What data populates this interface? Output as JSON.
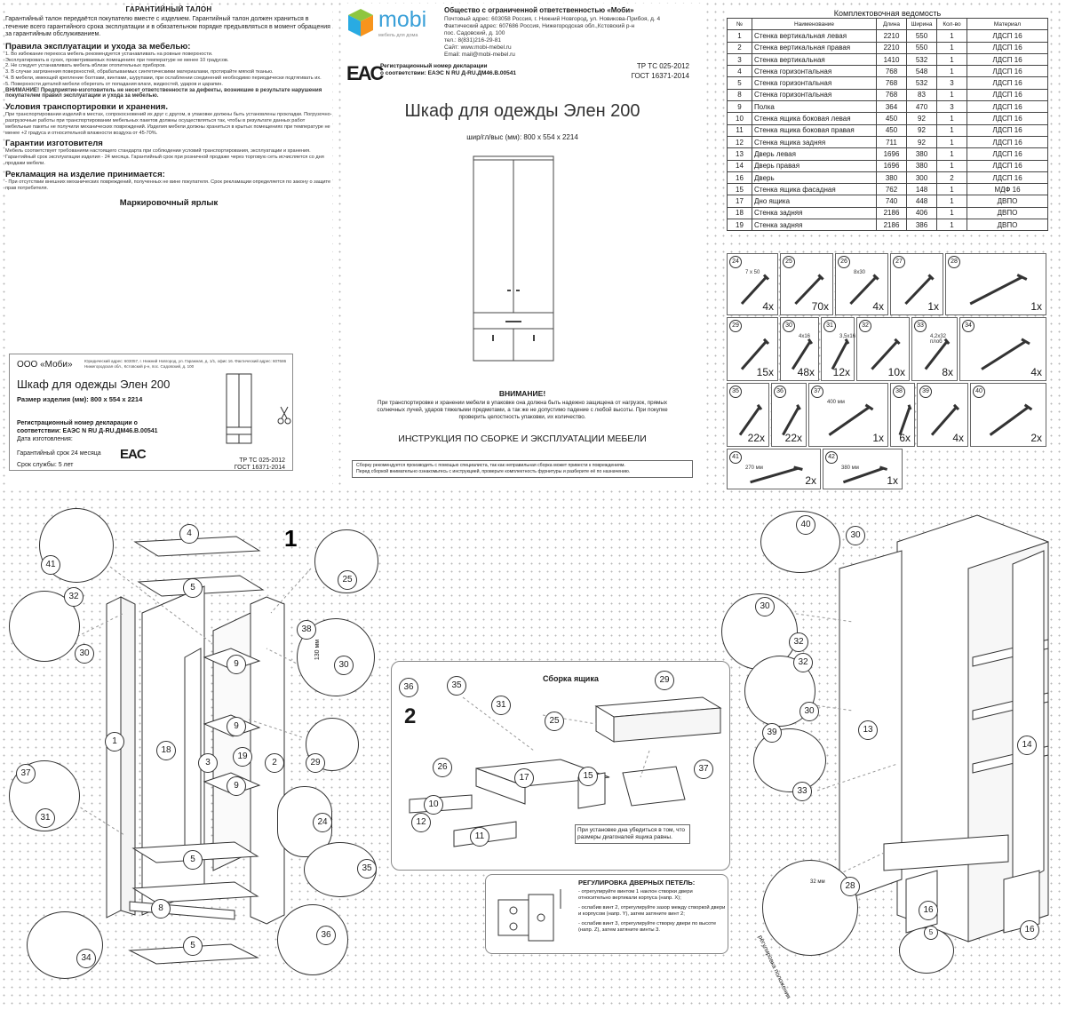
{
  "warranty": {
    "title": "ГАРАНТИЙНЫЙ ТАЛОН",
    "intro": "Гарантийный талон передаётся покупателю вместе с изделием. Гарантийный талон должен храниться в течение всего гарантийного срока эксплуатации и в обязательном порядке предъявляться в момент обращения за гарантийным обслуживанием.",
    "rules_title": "Правила эксплуатации и ухода за мебелью:",
    "rules": [
      "1. Во избежание перекоса мебель рекомендуется устанавливать на ровные поверхности.",
      "Эксплуатировать в сухих, проветриваемых помещениях при температуре не менее 10 градусов.",
      "2. Не следует устанавливать мебель вблизи отопительных приборов.",
      "3. В случае загрязнения поверхностей, обрабатываемых синтетическими материалами, протирайте мягкой тканью.",
      "4. В мебели, имеющей крепление болтами, винтами, шурупами, при ослаблении соединений необходимо периодически подтягивать их.",
      "5. Поверхности деталей мебели оберегать от попадания влаги, жидкостей, ударов и царапин."
    ],
    "attention": "ВНИМАНИЕ! Предприятие-изготовитель не несет ответственности за дефекты, возникшие в результате нарушения покупателем правил эксплуатации и ухода за мебелью.",
    "transport_title": "Условия транспортировки и хранения.",
    "transport": "При транспортировании изделий в местах, сопрокосновений их друг с другом, в упаковке должны быть установлены прокладки. Погрузочно-разгрузочные работы при транспортировании мебельных пакетов должны осуществляться так, чтобы в результате данных работ мебельные пакеты не получили механических повреждений. Изделия мебели должны храниться в крытых помещениях при температуре не менее +2 градуса и относительной влажности воздуха от 45-70%.",
    "guarantee_title": "Гарантии изготовителя",
    "guarantee": "Мебель соответствует требованиям настоящего стандарта при соблюдении условий транспортирования, эксплуатации и хранения. Гарантийный срок эксплуатации изделия - 24 месяца. Гарантийный срок при розничной продаже через торговую сеть исчисляется со дня продажи мебели.",
    "claim_title": "Рекламация на изделие принимается:",
    "claim": "- При отсутствии внешних механических повреждений, полученных не вине покупателя. Срок рекламации определяется по закону о защите прав потребителя.",
    "label_title": "Маркировочный ярлык",
    "label": {
      "company": "ООО «Моби»",
      "address_small": "Юридический адрес: 603057, г. Нижний Новгород, ул. Гаражная, д. 1/1, офис 16. Фактический адрес: 607686 Нижегородская обл., Кстовский р-н, пос. Садовский, д. 100",
      "product": "Шкаф для одежды Элен 200",
      "size": "Размер изделия (мм): 800 х 554 х 2214",
      "reg_label": "Регистрационный номер декларации о соответствии: ЕАЭС N RU Д-RU.ДМ46.В.00541",
      "made_date": "Дата изготовления:",
      "warranty_term": "Гарантийный срок 24 месяца",
      "service_life": "Срок службы: 5 лет",
      "tr": "ТР ТС 025-2012",
      "gost": "ГОСТ 16371-2014",
      "eac": "EAC"
    }
  },
  "header": {
    "logo_text": "mobi",
    "logo_tagline": "мебель для дома",
    "company_name": "Общество с ограниченной ответственностью «Моби»",
    "contacts": [
      "Почтовый адрес: 603058 Россия, г. Нижний Новгород, ул. Новикова-Прибоя, д. 4",
      "Фактический адрес: 607686 Россия, Нижегородская обл.,Кстовский р-н",
      "пос. Садовский, д. 100",
      "тел.: 8(831)216-29-81",
      "Сайт: www.mobi-mebel.ru",
      "Email: mail@mobi-mebel.ru"
    ],
    "eac": "EAC",
    "reg_title": "Регистрационный номер декларации",
    "reg_number": "о соответствии: ЕАЭС N RU Д-RU.ДМ46.В.00541",
    "tr": "ТР ТС 025-2012",
    "gost": "ГОСТ 16371-2014",
    "product_title": "Шкаф для одежды Элен 200",
    "dimensions": "шир/гл/выс (мм): 800 х 554 х 2214",
    "attention_title": "ВНИМАНИЕ!",
    "attention_text": "При транспортировке и хранении мебели в упаковке она должна быть надежно защищена от нагрузок, прямых солнечных лучей, ударов тяжелыми предметами, а так же не допустимо падение с любой высоты. При покупке проверить целостность упаковки, их количество.",
    "instruction_title": "ИНСТРУКЦИЯ ПО СБОРКЕ И ЭКСПЛУАТАЦИИ МЕБЕЛИ",
    "assembly_note": [
      "Сборку рекомендуется производить с помощью специалиста, так как неправильная сборка может привести к повреждениям.",
      "Перед сборкой внимательно ознакомьтесь с инструкцией, проверьте комплектность фурнитуры и разберите её по назначению."
    ]
  },
  "parts_table": {
    "title": "Комплектовочная ведомость",
    "columns": [
      "№",
      "Наименование",
      "Длина",
      "Ширина",
      "Кол-во",
      "Материал"
    ],
    "rows": [
      [
        "1",
        "Стенка вертикальная левая",
        "2210",
        "550",
        "1",
        "ЛДСП 16"
      ],
      [
        "2",
        "Стенка вертикальная правая",
        "2210",
        "550",
        "1",
        "ЛДСП 16"
      ],
      [
        "3",
        "Стенка вертикальная",
        "1410",
        "532",
        "1",
        "ЛДСП 16"
      ],
      [
        "4",
        "Стенка горизонтальная",
        "768",
        "548",
        "1",
        "ЛДСП 16"
      ],
      [
        "5",
        "Стенка горизонтальная",
        "768",
        "532",
        "3",
        "ЛДСП 16"
      ],
      [
        "8",
        "Стенка горизонтальная",
        "768",
        "83",
        "1",
        "ЛДСП 16"
      ],
      [
        "9",
        "Полка",
        "364",
        "470",
        "3",
        "ЛДСП 16"
      ],
      [
        "10",
        "Стенка ящика боковая левая",
        "450",
        "92",
        "1",
        "ЛДСП 16"
      ],
      [
        "11",
        "Стенка ящика боковая правая",
        "450",
        "92",
        "1",
        "ЛДСП 16"
      ],
      [
        "12",
        "Стенка ящика задняя",
        "711",
        "92",
        "1",
        "ЛДСП 16"
      ],
      [
        "13",
        "Дверь левая",
        "1696",
        "380",
        "1",
        "ЛДСП 16"
      ],
      [
        "14",
        "Дверь правая",
        "1696",
        "380",
        "1",
        "ЛДСП 16"
      ],
      [
        "16",
        "Дверь",
        "380",
        "300",
        "2",
        "ЛДСП 16"
      ],
      [
        "15",
        "Стенка ящика фасадная",
        "762",
        "148",
        "1",
        "МДФ 16"
      ],
      [
        "17",
        "Дно ящика",
        "740",
        "448",
        "1",
        "ДВПО"
      ],
      [
        "18",
        "Стенка задняя",
        "2186",
        "406",
        "1",
        "ДВПО"
      ],
      [
        "19",
        "Стенка задняя",
        "2186",
        "386",
        "1",
        "ДВПО"
      ]
    ]
  },
  "hardware": [
    {
      "num": "24",
      "count": "4x",
      "dim": "7 x 50",
      "icon": "confirmat-screw"
    },
    {
      "num": "25",
      "count": "70x",
      "dim": "",
      "icon": "nail-pack"
    },
    {
      "num": "26",
      "count": "4x",
      "dim": "8x30",
      "icon": "dowel"
    },
    {
      "num": "27",
      "count": "1x",
      "dim": "",
      "icon": "hex-key"
    },
    {
      "num": "28",
      "count": "1x",
      "dim": "",
      "icon": "hanger-bracket"
    },
    {
      "num": "29",
      "count": "15x",
      "dim": "",
      "icon": "corner-bracket"
    },
    {
      "num": "30",
      "count": "48x",
      "dim": "4x16",
      "icon": "screw"
    },
    {
      "num": "31",
      "count": "12x",
      "dim": "3,5x16",
      "icon": "screw-small"
    },
    {
      "num": "32",
      "count": "10x",
      "dim": "",
      "icon": "hinge"
    },
    {
      "num": "33",
      "count": "8x",
      "dim": "4,2x32 плоб",
      "icon": "long-screw"
    },
    {
      "num": "34",
      "count": "4x",
      "dim": "",
      "icon": "clip"
    },
    {
      "num": "35",
      "count": "22x",
      "dim": "",
      "icon": "eccentric-rod"
    },
    {
      "num": "36",
      "count": "22x",
      "dim": "",
      "icon": "eccentric-cam"
    },
    {
      "num": "37",
      "count": "1x",
      "dim": "400 мм",
      "icon": "drawer-runners"
    },
    {
      "num": "38",
      "count": "6x",
      "dim": "",
      "icon": "shelf-support"
    },
    {
      "num": "39",
      "count": "4x",
      "dim": "",
      "icon": "handle"
    },
    {
      "num": "40",
      "count": "2x",
      "dim": "",
      "icon": "rail-holder"
    },
    {
      "num": "41",
      "count": "2x",
      "dim": "270 мм",
      "icon": "plate"
    },
    {
      "num": "42",
      "count": "1x",
      "dim": "380 мм",
      "icon": "rod"
    }
  ],
  "diagram1": {
    "step": "1",
    "part_labels": [
      "4",
      "5",
      "5",
      "5",
      "9",
      "9",
      "9",
      "19",
      "18",
      "3",
      "1",
      "2",
      "8"
    ],
    "callouts": [
      "41",
      "32",
      "30",
      "37",
      "31",
      "25",
      "38",
      "30",
      "29",
      "24",
      "35",
      "36",
      "34"
    ],
    "dim_label": "130 мм"
  },
  "diagram2": {
    "step": "2",
    "title": "Сборка ящика",
    "labels": [
      "36",
      "35",
      "31",
      "25",
      "29",
      "26",
      "10",
      "12",
      "11",
      "17",
      "15",
      "37"
    ],
    "note": "При установке дна убедиться в том, что размеры диагоналей ящика равны."
  },
  "adjustment": {
    "title": "РЕГУЛИРОВКА ДВЕРНЫХ ПЕТЕЛЬ:",
    "items": [
      "- отрегулируйте винтом 1 наклон створки двери относительно вертикали корпуса (напр. X);",
      "- ослабив винт 2, отрегулируйте зазор между створкой двери и корпусом (напр. Y), затем затяните винт 2;",
      "- ослабив винт 3, отрегулируйте створку двери по высоте (напр. Z), затем затяните винты 3."
    ]
  },
  "diagram3": {
    "labels": [
      "40",
      "30",
      "30",
      "32",
      "32",
      "30",
      "39",
      "33",
      "13",
      "14",
      "28",
      "16",
      "16",
      "5"
    ],
    "note": "регулировка положения",
    "dim": "32 мм"
  }
}
